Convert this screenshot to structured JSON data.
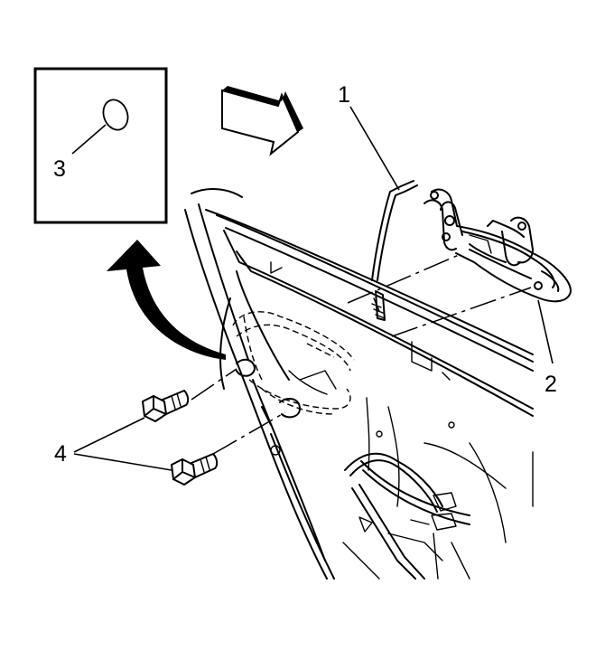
{
  "callouts": {
    "c1": "1",
    "c2": "2",
    "c3": "3",
    "c4": "4"
  },
  "colors": {
    "ink": "#000000",
    "background": "#ffffff"
  },
  "icons": {
    "direction_arrow": "forward-arrow-icon",
    "curved_arrow": "curved-arrow-icon"
  }
}
